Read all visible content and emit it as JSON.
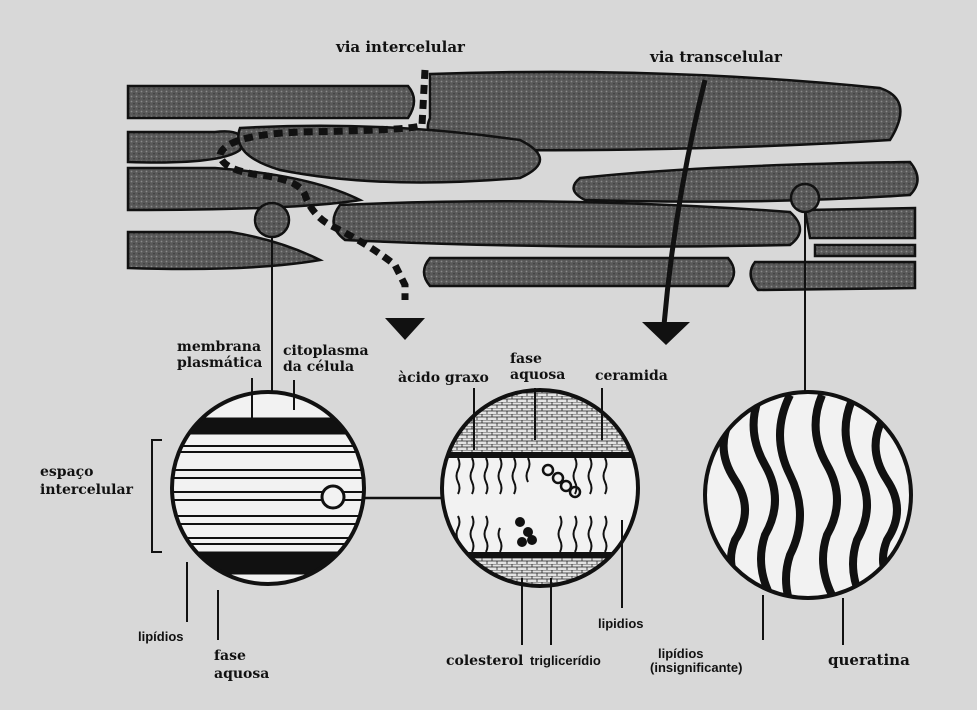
{
  "labels": {
    "via_intercelular": "via intercelular",
    "via_transcelular": "via transcelular",
    "membrana_1": "membrana",
    "membrana_2": "plasmática",
    "citoplasma_1": "citoplasma",
    "citoplasma_2": "da célula",
    "acido_graxo": "àcido graxo",
    "fase_aquosa_top_1": "fase",
    "fase_aquosa_top_2": "aquosa",
    "ceramida": "ceramida",
    "espaco_1": "espaço",
    "espaco_2": "intercelular",
    "lipidios_left": "lipídios",
    "fase_aquosa_bottom_1": "fase",
    "fase_aquosa_bottom_2": "aquosa",
    "colesterol": "colesterol",
    "trigliceridio": "triglicerídio",
    "lipidios_mid": "lipidios",
    "lipidios_insig_1": "lipídios",
    "lipidios_insig_2": "(insignificante)",
    "queratina": "queratina"
  },
  "colors": {
    "background": "#d8d8d8",
    "cell_fill": "#5c5c5c",
    "ink": "#111111"
  }
}
